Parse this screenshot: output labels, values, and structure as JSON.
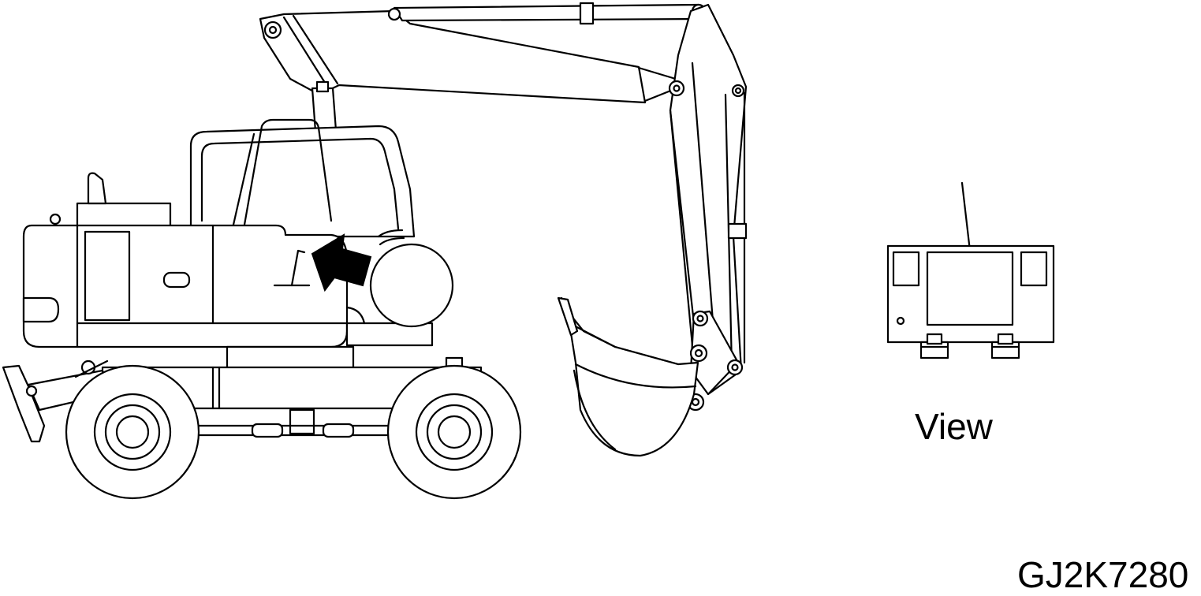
{
  "labels": {
    "view": "View",
    "figure_code": "GJ2K7280"
  },
  "icons": {
    "machine": "wheeled-excavator-illustration",
    "arrow": "location-arrow-icon",
    "panel": "fuse-box-panel-detail"
  },
  "colors": {
    "line": "#000000",
    "background": "#ffffff"
  }
}
